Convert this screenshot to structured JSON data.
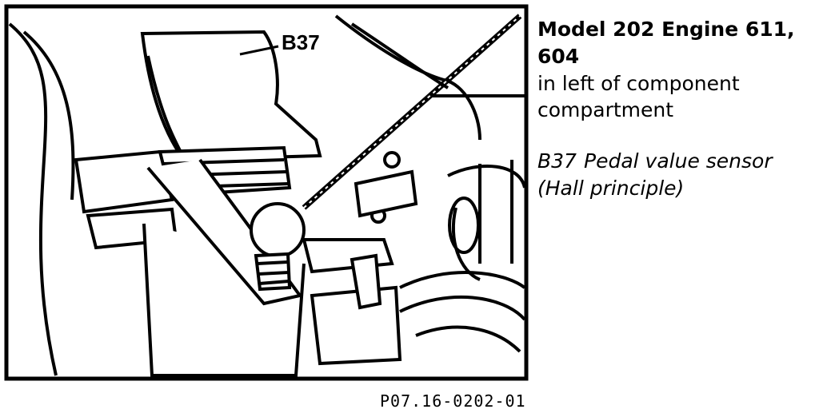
{
  "figure": {
    "callout_label": "B37",
    "reference": "P07.16-0202-01"
  },
  "caption": {
    "title": "Model 202 Engine 611, 604",
    "location": "in left of component compartment"
  },
  "legend": [
    {
      "code": "B37",
      "desc": "Pedal value sensor",
      "note": "(Hall principle)"
    }
  ]
}
